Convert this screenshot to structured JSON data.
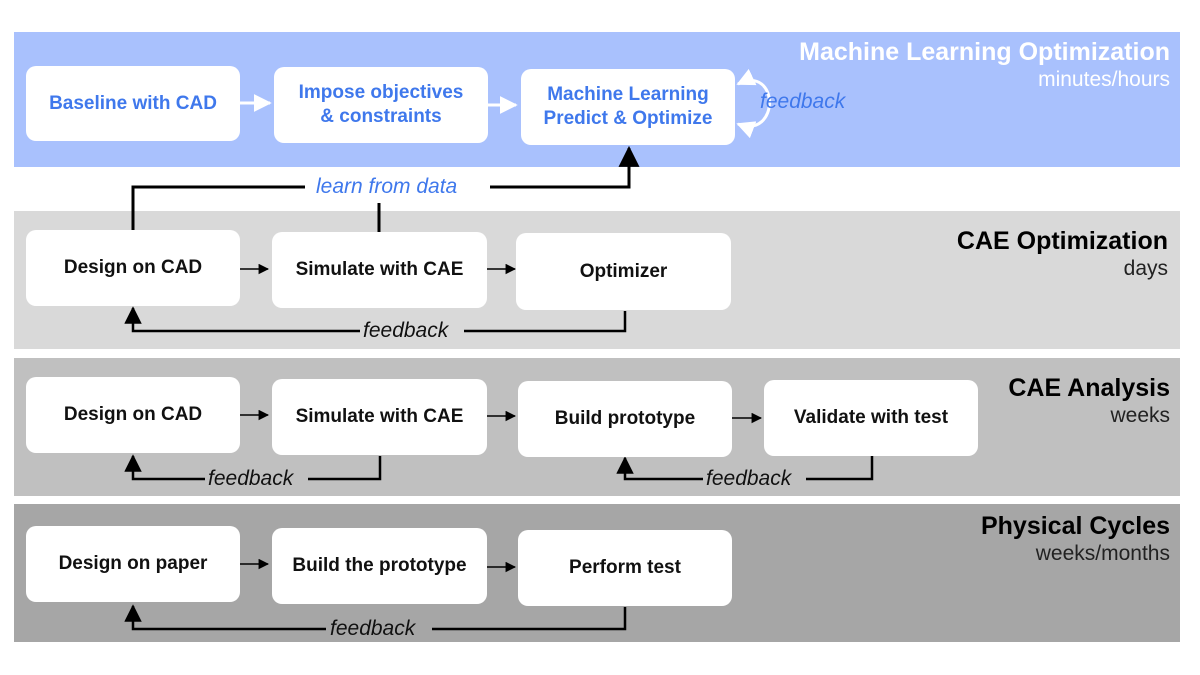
{
  "colors": {
    "ml_band": "#a9c1fd",
    "cae_opt_band": "#d9d9d9",
    "cae_analysis_band": "#c0c0c0",
    "physical_band": "#a6a6a6",
    "accent_blue": "#3f78ec"
  },
  "ml": {
    "title": "Machine Learning Optimization",
    "subtitle": "minutes/hours",
    "nodes": [
      "Baseline with CAD",
      "Impose objectives\n& constraints",
      "Machine Learning\nPredict & Optimize"
    ],
    "feedback": "feedback",
    "learn_from_data": "learn from data"
  },
  "cae_opt": {
    "title": "CAE Optimization",
    "subtitle": "days",
    "nodes": [
      "Design on CAD",
      "Simulate with CAE",
      "Optimizer"
    ],
    "feedback": "feedback"
  },
  "cae_analysis": {
    "title": "CAE Analysis",
    "subtitle": "weeks",
    "nodes": [
      "Design on CAD",
      "Simulate with CAE",
      "Build prototype",
      "Validate with test"
    ],
    "feedback_left": "feedback",
    "feedback_right": "feedback"
  },
  "physical": {
    "title": "Physical Cycles",
    "subtitle": "weeks/months",
    "nodes": [
      "Design on paper",
      "Build the prototype",
      "Perform test"
    ],
    "feedback": "feedback"
  }
}
